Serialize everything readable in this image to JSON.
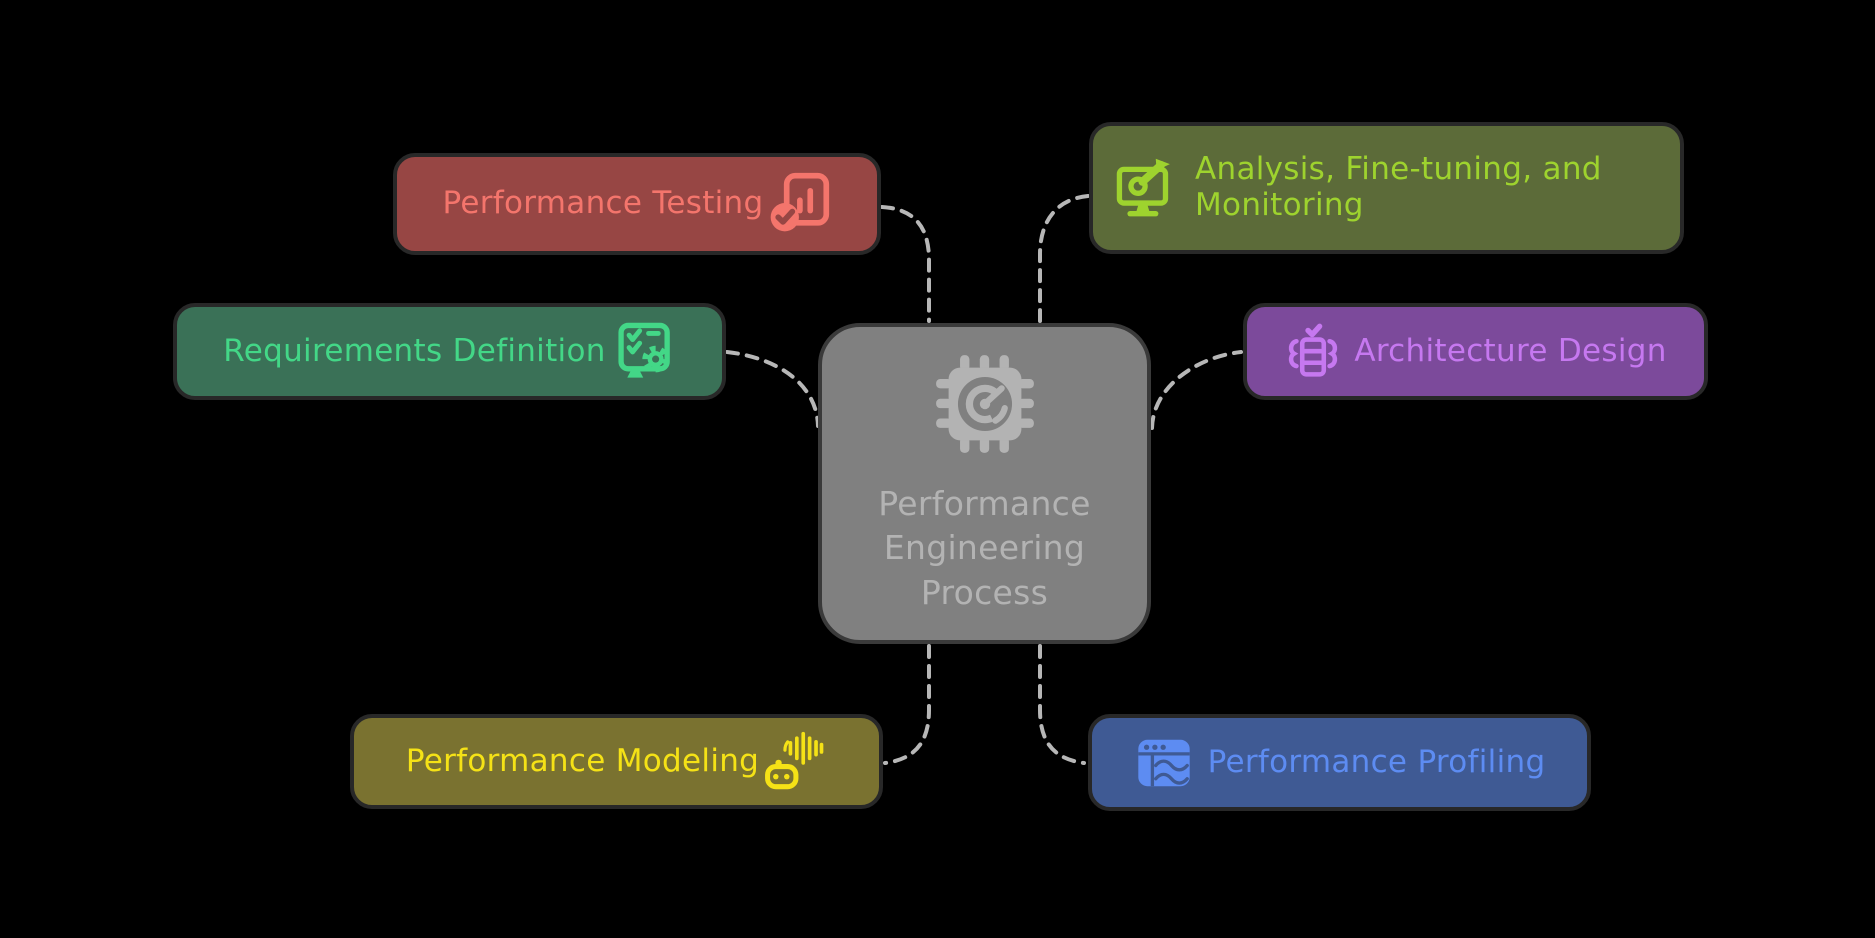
{
  "diagram": {
    "background": "#000000",
    "connector_color": "#b7b7b7",
    "border_color": "#282828",
    "center": {
      "label": "Performance Engineering Process",
      "icon": "cpu-gauge-icon",
      "fill": "#808080",
      "text_color": "#b3b3b3"
    },
    "nodes": {
      "testing": {
        "label": "Performance Testing",
        "icon": "report-check-icon",
        "fill": "#974644",
        "text_color": "#f4756c"
      },
      "analysis": {
        "label": "Analysis, Fine-tuning, and Monitoring",
        "lines": [
          "Analysis, Fine-tuning, and",
          "Monitoring"
        ],
        "icon": "monitor-tuning-icon",
        "fill": "#5c6b39",
        "text_color": "#9ed32e"
      },
      "requirements": {
        "label": "Requirements Definition",
        "icon": "checklist-gear-icon",
        "fill": "#3a7157",
        "text_color": "#43d787"
      },
      "architecture": {
        "label": "Architecture Design",
        "icon": "structure-check-icon",
        "fill": "#7c4a9b",
        "text_color": "#c678f0"
      },
      "modeling": {
        "label": "Performance Modeling",
        "icon": "bot-soundwave-icon",
        "fill": "#7a7230",
        "text_color": "#f5e216"
      },
      "profiling": {
        "label": "Performance Profiling",
        "icon": "profiler-window-icon",
        "fill": "#3f5a94",
        "text_color": "#5d8cf2"
      }
    }
  }
}
